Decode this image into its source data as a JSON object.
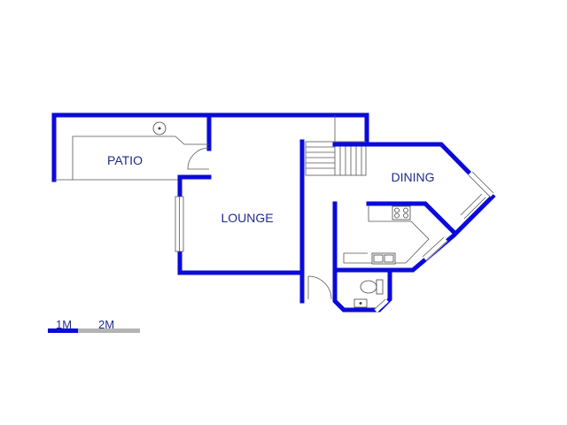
{
  "rooms": {
    "patio": "PATIO",
    "lounge": "LOUNGE",
    "dining": "DINING"
  },
  "scale": {
    "label_1": "1M",
    "label_2": "2M"
  },
  "colors": {
    "wall": "#0a0adc",
    "label": "#1f2a8c",
    "scale_dark": "#0a0adc",
    "scale_light": "#b4b4b4"
  }
}
